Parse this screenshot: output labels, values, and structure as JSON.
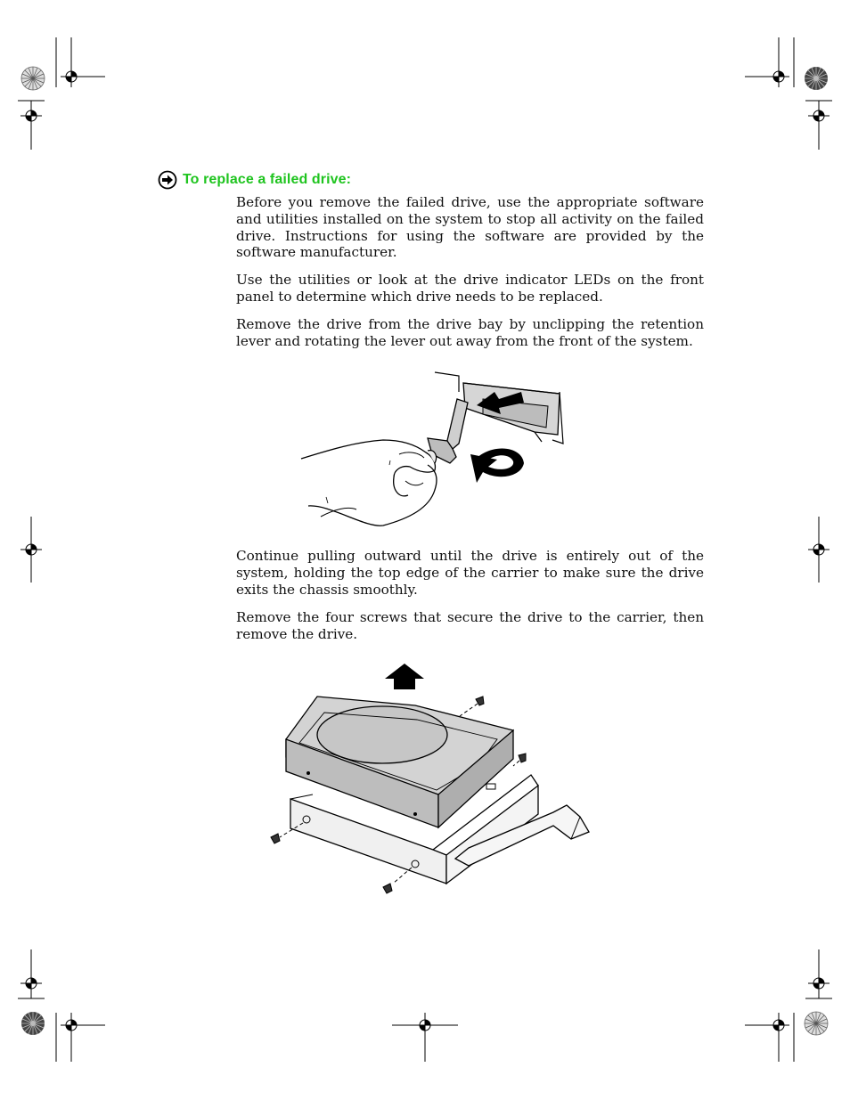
{
  "heading": "To replace a failed drive:",
  "paragraphs": [
    "Before you remove the failed drive, use the appropriate software and utilities installed on the system to stop all activity on the failed drive. Instructions for using the software are provided by the software manufacturer.",
    "Use the utilities or look at the drive indicator LEDs on the front panel to determine which drive needs to be replaced.",
    "Remove the drive from the drive bay by unclipping the retention lever and rotating the lever out away from the front of the system.",
    "Continue pulling outward until the drive is entirely out of the system, holding the top edge of the carrier to make sure the drive exits the chassis smoothly.",
    "Remove the four screws that secure the drive to the carrier, then remove the drive."
  ],
  "icons": {
    "heading_bullet": "arrow-right-circle-icon",
    "registration": "crosshair-registration-mark",
    "color_wheel": "starburst-registration-mark"
  },
  "colors": {
    "heading": "#1fc41f",
    "text": "#111111"
  }
}
